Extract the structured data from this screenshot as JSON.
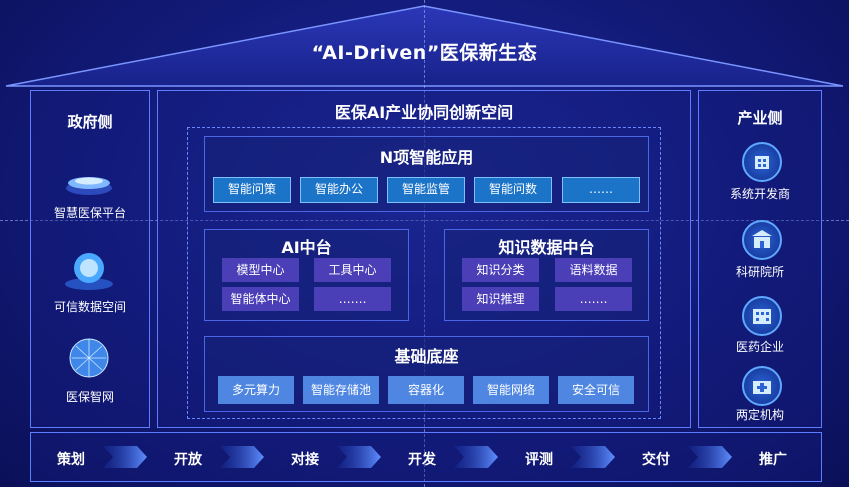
{
  "title": "“AI-Driven”医保新生态",
  "left": {
    "title": "政府侧",
    "items": [
      {
        "label": "智慧医保平台",
        "icon": "platform-disc-icon"
      },
      {
        "label": "可信数据空间",
        "icon": "data-sphere-icon"
      },
      {
        "label": "医保智网",
        "icon": "network-globe-icon"
      }
    ]
  },
  "right": {
    "title": "产业侧",
    "items": [
      {
        "label": "系统开发商",
        "icon": "building-icon"
      },
      {
        "label": "科研院所",
        "icon": "institute-icon"
      },
      {
        "label": "医药企业",
        "icon": "enterprise-icon"
      },
      {
        "label": "两定机构",
        "icon": "hospital-icon"
      }
    ]
  },
  "center": {
    "title": "医保AI产业协同创新空间",
    "apps": {
      "title": "N项智能应用",
      "items": [
        "智能问策",
        "智能办公",
        "智能监管",
        "智能问数",
        "……"
      ]
    },
    "ai_platform": {
      "title": "AI中台",
      "items": [
        "模型中心",
        "工具中心",
        "智能体中心",
        "……."
      ]
    },
    "knowledge": {
      "title": "知识数据中台",
      "items": [
        "知识分类",
        "语料数据",
        "知识推理",
        "……."
      ]
    },
    "foundation": {
      "title": "基础底座",
      "items": [
        "多元算力",
        "智能存储池",
        "容器化",
        "智能网络",
        "安全可信"
      ]
    }
  },
  "flow": [
    "策划",
    "开放",
    "对接",
    "开发",
    "评测",
    "交付",
    "推广"
  ],
  "colors": {
    "accent": "#5d7cff",
    "app_button": "#1c74c8",
    "mid_button": "#4b3fb8",
    "base_button": "#4f86e2"
  }
}
